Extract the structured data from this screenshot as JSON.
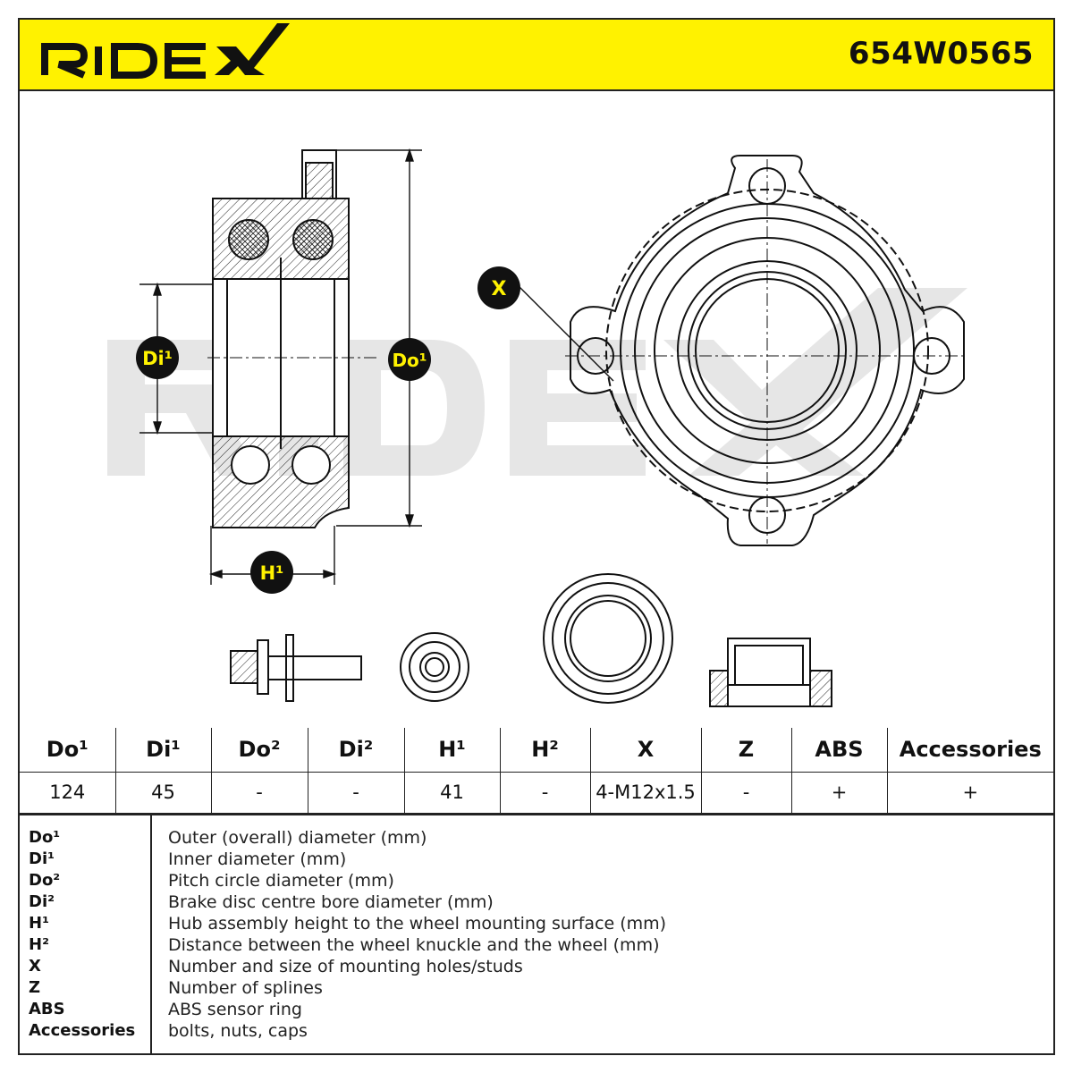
{
  "header": {
    "brand": "RIDEX",
    "part_number": "654W0565",
    "background_color": "#fff200"
  },
  "drawing": {
    "watermark": "RIDEX",
    "callouts": {
      "di1": "Di¹",
      "do1": "Do¹",
      "h1": "H¹",
      "x": "X"
    }
  },
  "spec_table": {
    "headers": [
      "Do¹",
      "Di¹",
      "Do²",
      "Di²",
      "H¹",
      "H²",
      "X",
      "Z",
      "ABS",
      "Accessories"
    ],
    "values": [
      "124",
      "45",
      "-",
      "-",
      "41",
      "-",
      "4-M12x1.5",
      "-",
      "+",
      "+"
    ]
  },
  "legend": [
    {
      "key": "Do¹",
      "desc": "Outer (overall) diameter (mm)"
    },
    {
      "key": "Di¹",
      "desc": "Inner diameter (mm)"
    },
    {
      "key": "Do²",
      "desc": "Pitch circle diameter (mm)"
    },
    {
      "key": "Di²",
      "desc": "Brake disc centre bore diameter (mm)"
    },
    {
      "key": "H¹",
      "desc": "Hub assembly height to the wheel mounting surface (mm)"
    },
    {
      "key": "H²",
      "desc": "Distance between the wheel knuckle and the wheel (mm)"
    },
    {
      "key": "X",
      "desc": "Number and size of mounting holes/studs"
    },
    {
      "key": "Z",
      "desc": "Number of splines"
    },
    {
      "key": "ABS",
      "desc": "ABS sensor ring"
    },
    {
      "key": "Accessories",
      "desc": "bolts, nuts, caps"
    }
  ]
}
